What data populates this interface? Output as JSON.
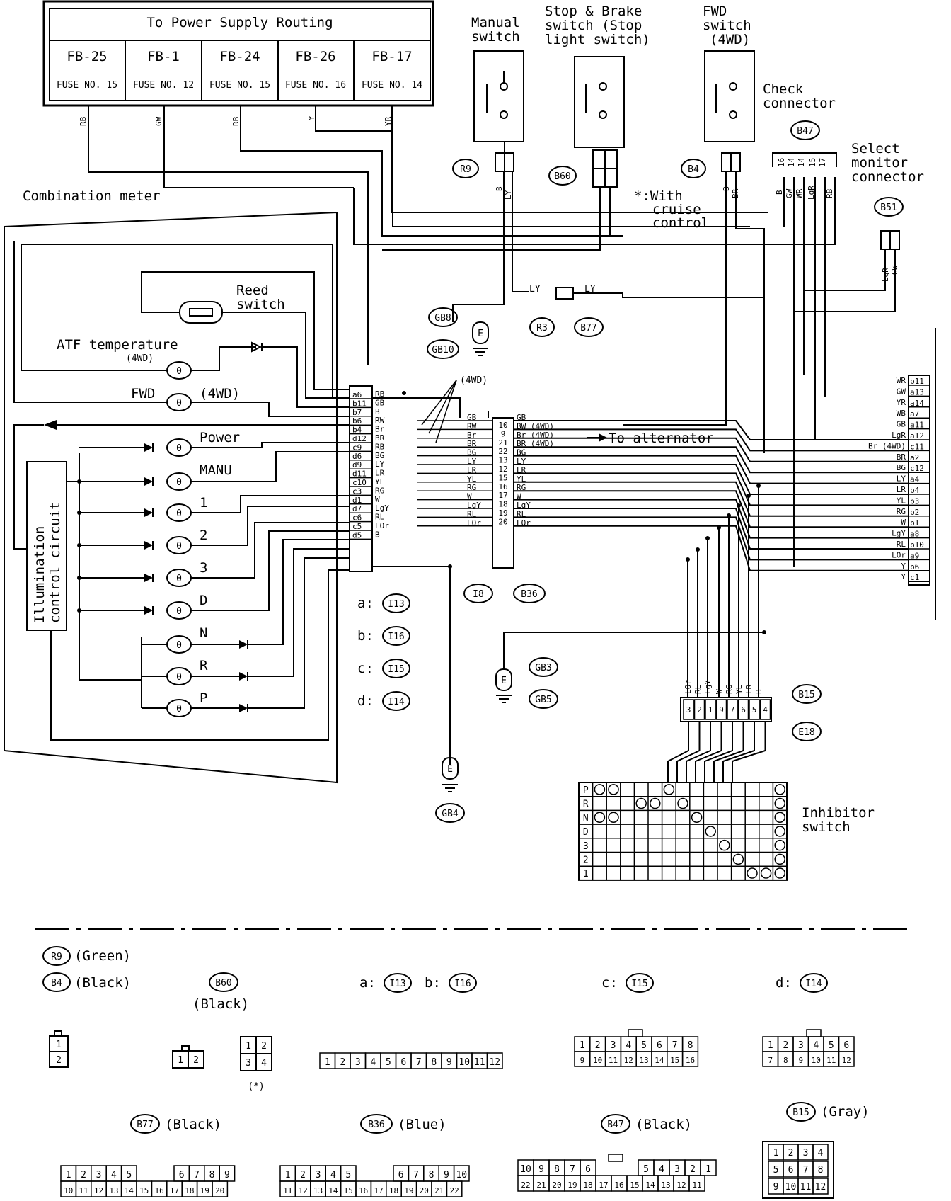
{
  "power_supply": {
    "title": "To Power Supply Routing",
    "fuses": [
      {
        "code": "FB-25",
        "fuse": "FUSE NO. 15",
        "wire": "RB"
      },
      {
        "code": "FB-1",
        "fuse": "FUSE NO. 12",
        "wire": "GW"
      },
      {
        "code": "FB-24",
        "fuse": "FUSE NO. 15",
        "wire": "RB"
      },
      {
        "code": "FB-26",
        "fuse": "FUSE NO. 16",
        "wire": "Y"
      },
      {
        "code": "FB-17",
        "fuse": "FUSE NO. 14",
        "wire": "YR"
      }
    ]
  },
  "switches": {
    "manual": {
      "label1": "Manual",
      "label2": "switch",
      "conn": "R9",
      "wires": [
        "B",
        "LY"
      ]
    },
    "stop": {
      "label1": "Stop & Brake",
      "label2": "switch (Stop",
      "label3": "light switch)",
      "conn": "B60",
      "note1": "*:With",
      "note2": "cruise",
      "note3": "control"
    },
    "fwd": {
      "label1": "FWD",
      "label2": "switch",
      "label3": "(4WD)",
      "conn": "B4",
      "wires": [
        "B",
        "BR"
      ]
    },
    "check": {
      "label1": "Check",
      "label2": "connector",
      "conn": "B47",
      "pins": [
        "16",
        "14",
        "14",
        "15",
        "17"
      ],
      "wires": [
        "B",
        "GW",
        "WR",
        "LgR",
        "RB"
      ]
    },
    "select": {
      "label1": "Select",
      "label2": "monitor",
      "label3": "connector",
      "conn": "B51",
      "wires": [
        "LgR",
        "GW"
      ]
    }
  },
  "meter": {
    "title": "Combination meter",
    "reed": [
      "Reed",
      "switch"
    ],
    "atf": [
      "ATF temperature",
      "(4WD)"
    ],
    "fwd": [
      "FWD",
      "(4WD)"
    ],
    "lamps": [
      "Power",
      "MANU",
      "1",
      "2",
      "3",
      "D",
      "N",
      "R",
      "P"
    ],
    "illum": [
      "Illumination",
      "control circuit"
    ]
  },
  "grounds": [
    "GB8",
    "GB10",
    "R3",
    "B77",
    "GB3",
    "GB5",
    "GB4"
  ],
  "relay_wire": "LY",
  "left_pins": [
    "a6",
    "b11",
    "b7",
    "b6",
    "b4",
    "d12",
    "c9",
    "d6",
    "d9",
    "d11",
    "c10",
    "c3",
    "d1",
    "d7",
    "c6",
    "c5",
    "d5"
  ],
  "left_wires": [
    "RB",
    "GB",
    "B",
    "RW",
    "Br",
    "BR",
    "RB",
    "BG",
    "LY",
    "LR",
    "YL",
    "RG",
    "W",
    "LgY",
    "RL",
    "LOr",
    "B"
  ],
  "mid_pins": [
    "10",
    "9",
    "21",
    "22",
    "13",
    "12",
    "15",
    "16",
    "17",
    "18",
    "19",
    "20"
  ],
  "mid_left_wires": [
    "GB",
    "RW",
    "Br",
    "BR",
    "BG",
    "LY",
    "LR",
    "YL",
    "RG",
    "W",
    "LgY",
    "RL",
    "LOr"
  ],
  "mid_right_wires": [
    "GB",
    "BW (4WD)",
    "Br (4WD)",
    "BR (4WD)",
    "BG",
    "LY",
    "LR",
    "YL",
    "RG",
    "W",
    "LgY",
    "RL",
    "LOr"
  ],
  "note_4wd": "(4WD)",
  "alternator": "To alternator",
  "mid_conn": [
    "I8",
    "B36"
  ],
  "legend": [
    "a:",
    "I13",
    "b:",
    "I16",
    "c:",
    "I15",
    "d:",
    "I14"
  ],
  "right_wires": [
    "WR",
    "GW",
    "YR",
    "WB",
    "GB",
    "LgR",
    "Br (4WD)",
    "BR",
    "BG",
    "LY",
    "LR",
    "YL",
    "RG",
    "W",
    "LgY",
    "RL",
    "LOr",
    "Y",
    "Y"
  ],
  "right_pins": [
    "b11",
    "a13",
    "a14",
    "a7",
    "a11",
    "a12",
    "c11",
    "a2",
    "c12",
    "a4",
    "b4",
    "b3",
    "b2",
    "b1",
    "a8",
    "b10",
    "a9",
    "b6",
    "c1"
  ],
  "inhibitor": {
    "conn": [
      "B15",
      "E18"
    ],
    "wires": [
      "LOr",
      "RL",
      "LgY",
      "W",
      "RG",
      "YL",
      "LR",
      "B"
    ],
    "pins": [
      "3",
      "2",
      "1",
      "9",
      "7",
      "6",
      "5",
      "4"
    ],
    "label": [
      "Inhibitor",
      "switch"
    ],
    "rows": [
      "P",
      "R",
      "N",
      "D",
      "3",
      "2",
      "1"
    ]
  },
  "connectors": {
    "r9": "(Green)",
    "b4": "(Black)",
    "b60": "(Black)",
    "b60_note": "(*)",
    "b77": "(Black)",
    "b36": "(Blue)",
    "b47": "(Black)",
    "b15": "(Gray)",
    "ab_a": "a:",
    "ab_b": "b:",
    "c": "c:",
    "d": "d:",
    "pins_ab": [
      "1",
      "2",
      "3",
      "4",
      "5",
      "6",
      "7",
      "8",
      "9",
      "10",
      "11",
      "12"
    ],
    "pins_c_top": [
      "1",
      "2",
      "3",
      "4",
      "5",
      "6",
      "7",
      "8"
    ],
    "pins_c_bot": [
      "9",
      "10",
      "11",
      "12",
      "13",
      "14",
      "15",
      "16"
    ],
    "pins_d_top": [
      "1",
      "2",
      "3",
      "4",
      "5",
      "6"
    ],
    "pins_d_bot": [
      "7",
      "8",
      "9",
      "10",
      "11",
      "12"
    ],
    "b77_top": [
      "1",
      "2",
      "3",
      "4",
      "5",
      "6",
      "7",
      "8",
      "9"
    ],
    "b77_bot": [
      "10",
      "11",
      "12",
      "13",
      "14",
      "15",
      "16",
      "17",
      "18",
      "19",
      "20"
    ],
    "b36_top": [
      "1",
      "2",
      "3",
      "4",
      "5",
      "6",
      "7",
      "8",
      "9",
      "10"
    ],
    "b36_bot": [
      "11",
      "12",
      "13",
      "14",
      "15",
      "16",
      "17",
      "18",
      "19",
      "20",
      "21",
      "22"
    ],
    "b47_top": [
      "10",
      "9",
      "8",
      "7",
      "6",
      "5",
      "4",
      "3",
      "2",
      "1"
    ],
    "b47_bot": [
      "22",
      "21",
      "20",
      "19",
      "18",
      "17",
      "16",
      "15",
      "14",
      "13",
      "12",
      "11"
    ],
    "b15_rows": [
      [
        "1",
        "2",
        "3",
        "4"
      ],
      [
        "5",
        "6",
        "7",
        "8"
      ],
      [
        "9",
        "10",
        "11",
        "12"
      ]
    ]
  }
}
